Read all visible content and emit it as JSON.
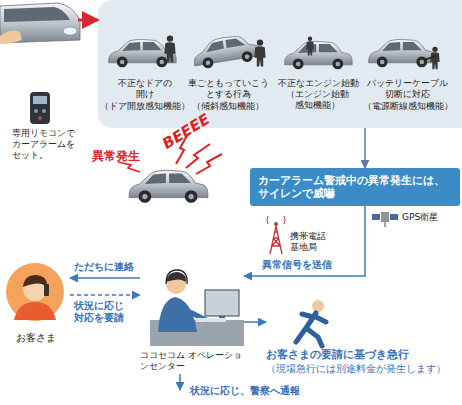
{
  "diagram": {
    "nodes": [
      {
        "text": [
          "専用リモコンでカーアラームをセット。"
        ]
      },
      {
        "text": [
          "不正なドアの開け",
          "（ドア開放感知機能）",
          "車ごともっていこうとする行為",
          "（傾斜感知機能）",
          "不正なエンジン始動",
          "（エンジン始動感知機能）",
          "バッテリーケーブル切断に対応",
          "（電源断線感知機能）"
        ]
      },
      {
        "text": [
          "カーアラーム警戒中の異常発生には、サイレンで威嚇"
        ]
      },
      {
        "text": [
          "ココセコム オペレーションセンター"
        ]
      },
      {
        "text": [
          "お客さま"
        ]
      },
      {
        "text": [
          "お客さまの要請に基づき急行",
          "（現場急行には別途料金が発生します）"
        ]
      }
    ],
    "edges": [
      {
        "from": 0,
        "to": 1,
        "arrow": "to"
      },
      {
        "from": 1,
        "to": 2,
        "arrow": "to"
      },
      {
        "from": 2,
        "to": 3,
        "label": "異常信号を送信",
        "arrow": "to"
      },
      {
        "from": 3,
        "to": 4,
        "label": "ただちに連絡",
        "arrow": "to"
      },
      {
        "from": 4,
        "to": 3,
        "label": "状況に応じ対応を要請",
        "arrow": "to"
      },
      {
        "from": 3,
        "to": 5,
        "arrow": "to"
      }
    ],
    "labels": [
      "BEEEE",
      "異常発生",
      "携帯電話基地局",
      "GPS衛星",
      "状況に応じ、警察へ通報"
    ]
  }
}
